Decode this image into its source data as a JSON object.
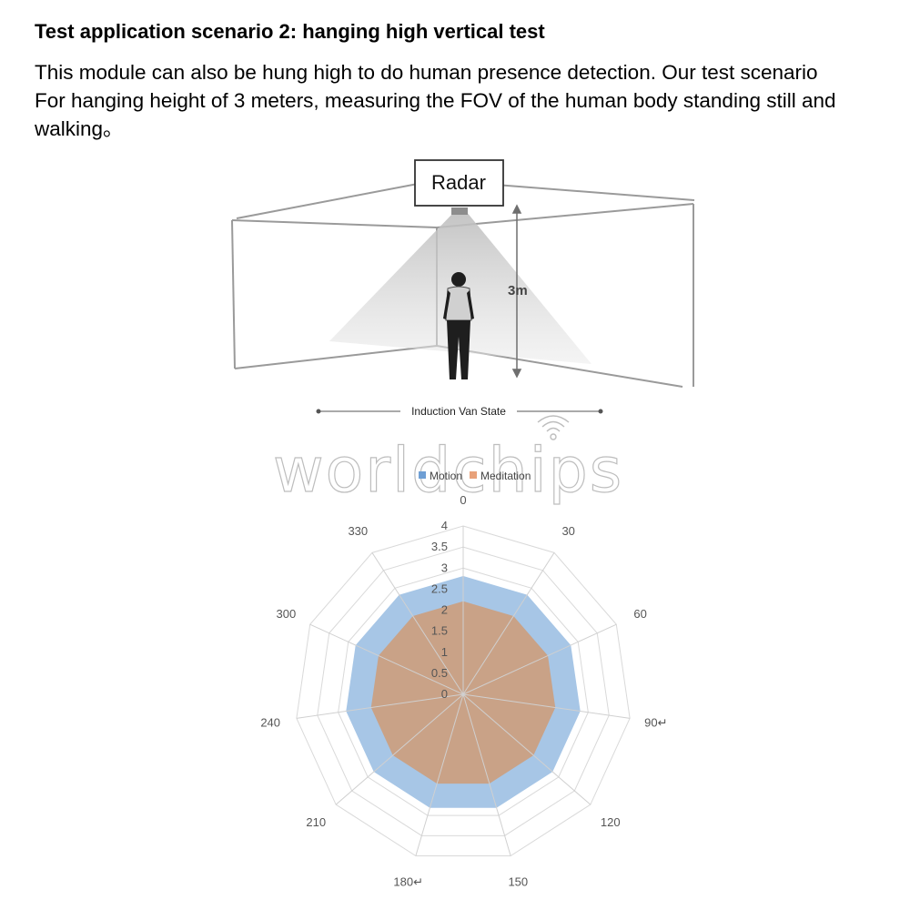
{
  "heading": "Test application scenario 2: hanging high vertical test",
  "intro_lines": [
    "This module can also be hung high to do human presence detection. Our test scenario",
    "For hanging height of 3 meters, measuring the FOV of the human body standing still and",
    "walking。"
  ],
  "scene": {
    "radar_label": "Radar",
    "height_label": "3m",
    "state_label": "Induction Van State"
  },
  "watermark": "worldchips",
  "chart_data": {
    "type": "radar",
    "title": "",
    "angle_labels": [
      "0",
      "30",
      "60",
      "90↵",
      "120",
      "150",
      "180↵",
      "210",
      "240",
      "300",
      "330"
    ],
    "radial_ticks": [
      "0",
      "0.5",
      "1",
      "1.5",
      "2",
      "2.5",
      "3",
      "3.5",
      "4"
    ],
    "rlim": [
      0,
      4
    ],
    "legend_position": "top",
    "series": [
      {
        "name": "Motion",
        "color": "#a7c6e6",
        "values": [
          2.8,
          2.8,
          2.8,
          2.8,
          2.8,
          2.8,
          2.8,
          2.8,
          2.8,
          2.8,
          2.8
        ]
      },
      {
        "name": "Meditation",
        "color": "#c9a287",
        "values": [
          2.2,
          2.2,
          2.2,
          2.2,
          2.2,
          2.2,
          2.2,
          2.2,
          2.2,
          2.2,
          2.2
        ]
      }
    ]
  }
}
